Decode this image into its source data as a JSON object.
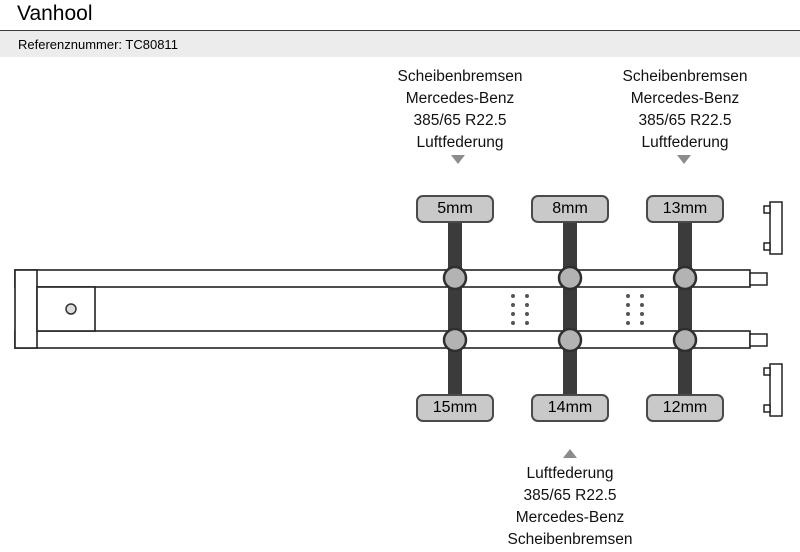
{
  "header": {
    "title": "Vanhool",
    "reference": "Referenznummer: TC80811"
  },
  "axle_annotations": {
    "top_left": [
      "Scheibenbremsen",
      "Mercedes-Benz",
      "385/65 R22.5",
      "Luftfederung"
    ],
    "top_right": [
      "Scheibenbremsen",
      "Mercedes-Benz",
      "385/65 R22.5",
      "Luftfederung"
    ],
    "bottom": [
      "Luftfederung",
      "385/65 R22.5",
      "Mercedes-Benz",
      "Scheibenbremsen"
    ]
  },
  "measurements": {
    "top_row": [
      "5mm",
      "8mm",
      "13mm"
    ],
    "bottom_row": [
      "15mm",
      "14mm",
      "12mm"
    ]
  },
  "colors": {
    "reference_bar": "#ececec",
    "measurement_box_fill": "#c9c9c9",
    "measurement_box_border": "#4a4a4a",
    "axle_bar": "#3b3b3b",
    "wheel_fill": "#b3b3b3",
    "frame_stroke": "#222222",
    "arrow": "#8c8c8c"
  }
}
